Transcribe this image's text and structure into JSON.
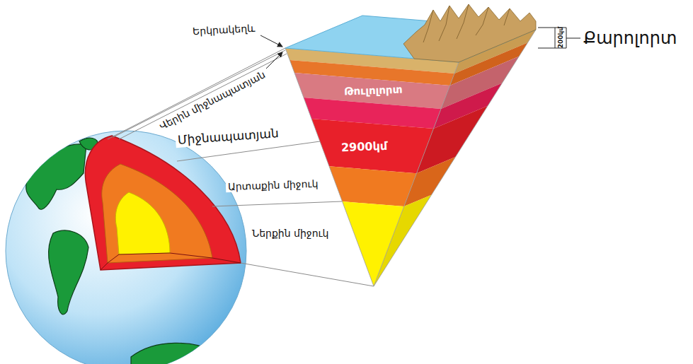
{
  "diagram": {
    "labels": [
      "Երկրակեղև",
      "Վերին միջնապատյան",
      "Միջնապատյան",
      "Արտաքին միջուկ",
      "Ներքին միջուկ",
      "Քարոլորտ",
      "200կմ",
      "Թուլոլորտ",
      "2900կմ"
    ]
  }
}
